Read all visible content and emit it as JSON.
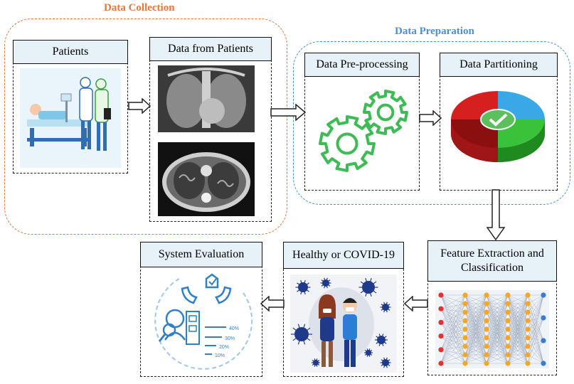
{
  "groups": {
    "collection": {
      "title": "Data Collection",
      "color": "#e9753b"
    },
    "preparation": {
      "title": "Data Preparation",
      "color": "#4a90d9"
    }
  },
  "steps": {
    "patients": "Patients",
    "data_from_patients": "Data from Patients",
    "preprocessing": "Data Pre-processing",
    "partitioning": "Data Partitioning",
    "feature_extraction": "Feature Extraction and Classification",
    "healthy_or_covid": "Healthy or COVID-19",
    "system_evaluation": "System Evaluation"
  },
  "eval_bars": [
    "40%",
    "30%",
    "20%",
    "10%"
  ],
  "colors": {
    "gear": "#3dbb55",
    "pie_red": "#d62020",
    "pie_blue": "#3aa7e6",
    "pie_green": "#3ac23a",
    "virus": "#1f3a8a",
    "nn_input": "#e53030",
    "nn_hidden": "#f5a623",
    "nn_output": "#3a7bd5"
  }
}
